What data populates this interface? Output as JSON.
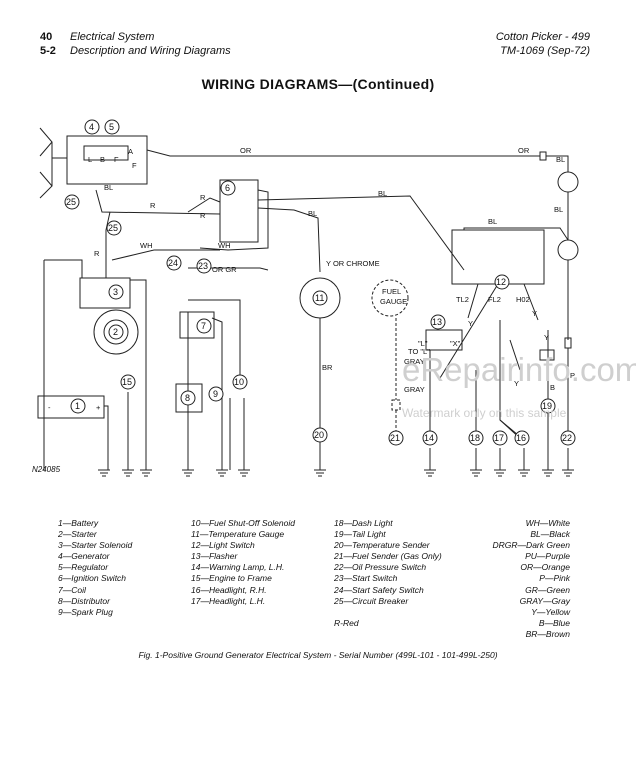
{
  "header": {
    "page_num": "40",
    "section": "5-2",
    "line1": "Electrical System",
    "line2": "Description and Wiring Diagrams",
    "product": "Cotton Picker - 499",
    "manual": "TM-1069    (Sep-72)"
  },
  "title": "WIRING DIAGRAMS—(Continued)",
  "figure_code": "N24085",
  "watermark": {
    "main": "eRepairinfo.com",
    "sub": "Watermark only on this sample"
  },
  "diagram_labels": {
    "n1": "1",
    "n2": "2",
    "n3": "3",
    "n4": "4",
    "n5": "5",
    "n6": "6",
    "n7": "7",
    "n8": "8",
    "n9": "9",
    "n10": "10",
    "n11": "11",
    "n12": "12",
    "n13": "13",
    "n14": "14",
    "n15": "15",
    "n16": "16",
    "n17": "17",
    "n18": "18",
    "n19": "19",
    "n20": "20",
    "n21": "21",
    "n22": "22",
    "n23": "23",
    "n24": "24",
    "n25": "25",
    "or_top": "OR",
    "or_right": "OR",
    "bl_right1": "BL",
    "bl_right2": "BL",
    "bl_top": "BL",
    "bl_mid": "BL",
    "bl_gen": "BL",
    "bl_right3": "BL",
    "r1": "R",
    "r2": "R",
    "r3": "R",
    "r4": "R",
    "wh1": "WH",
    "wh2": "WH",
    "or_gr": "OR GR",
    "y_or_chrome": "Y OR CHROME",
    "fuel_gauge_1": "FUEL",
    "fuel_gauge_2": "GAUGE",
    "br": "BR",
    "gray1": "GRAY",
    "gray2": "GRAY",
    "tl2": "TL2",
    "fl2": "FL2",
    "h02": "H02",
    "y1": "Y",
    "y2": "Y",
    "y3": "Y",
    "y4": "Y",
    "p": "P",
    "b": "B",
    "l_term": "\"L\"",
    "x_term": "\"X\"",
    "a": "A",
    "f": "F",
    "l": "L",
    "bb": "B",
    "ff": "F",
    "to_l": "TO \"L\"",
    "bat_minus": "-",
    "bat_plus": "+"
  },
  "legend_col1": [
    "1—Battery",
    "2—Starter",
    "3—Starter Solenoid",
    "4—Generator",
    "5—Regulator",
    "6—Ignition Switch",
    "7—Coil",
    "8—Distributor",
    "9—Spark Plug"
  ],
  "legend_col2": [
    "10—Fuel Shut-Off Solenoid",
    "11—Temperature Gauge",
    "12—Light Switch",
    "13—Flasher",
    "14—Warning Lamp, L.H.",
    "15—Engine to Frame",
    "16—Headlight, R.H.",
    "17—Headlight, L.H."
  ],
  "legend_col3": [
    "18—Dash Light",
    "19—Tail Light",
    "20—Temperature Sender",
    "21—Fuel Sender (Gas Only)",
    "22—Oil Pressure Switch",
    "23—Start Switch",
    "24—Start Safety Switch",
    "25—Circuit Breaker",
    "",
    "R-Red"
  ],
  "legend_col4": [
    "WH—White",
    "BL—Black",
    "DRGR—Dark Green",
    "PU—Purple",
    "OR—Orange",
    "P—Pink",
    "GR—Green",
    "GRAY—Gray",
    "Y—Yellow",
    "B—Blue",
    "BR—Brown"
  ],
  "caption": "Fig. 1-Positive Ground Generator Electrical System - Serial Number (499L-101 - 101-499L-250)"
}
